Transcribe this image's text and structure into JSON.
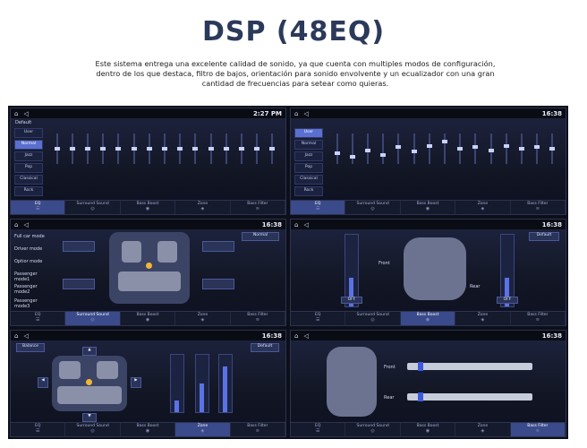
{
  "header": {
    "title": "DSP (48EQ)",
    "description": "Este sistema entrega una excelente calidad de sonido, ya que cuenta con multiples modos de configuración, dentro de los que destaca, filtro de bajos, orientación para sonido envolvente y un ecualizador con una gran cantidad de frecuencias para setear como quieras."
  },
  "status": {
    "time_1": "2:27 PM",
    "time_2": "16:38",
    "time_3": "16:38",
    "time_4": "16:38",
    "time_5": "16:38",
    "time_6": "16:38"
  },
  "tabs": [
    "EQ",
    "Surround Sound",
    "Bass Boost",
    "Zone",
    "Bass Filter"
  ],
  "eq_panel": {
    "default_label": "Default",
    "modes": [
      "User",
      "Normal",
      "Jazz",
      "Pop",
      "Classical",
      "Rock"
    ],
    "selected_mode_1": "Normal",
    "selected_mode_2": "User"
  },
  "surround_panel": {
    "modes": [
      "Full car mode",
      "Driver mode",
      "Optior mode",
      "Passenger mode1",
      "Passenger mode2",
      "Passenger mode3"
    ],
    "normal_label": "Normal"
  },
  "bass_panel": {
    "default_label": "Default",
    "front_label": "Front",
    "rear_label": "Rear",
    "off_label": "OFF"
  },
  "zone_panel": {
    "balance_label": "Balance",
    "default_label": "Default"
  },
  "filter_panel": {
    "front_label": "Front",
    "rear_label": "Rear"
  }
}
